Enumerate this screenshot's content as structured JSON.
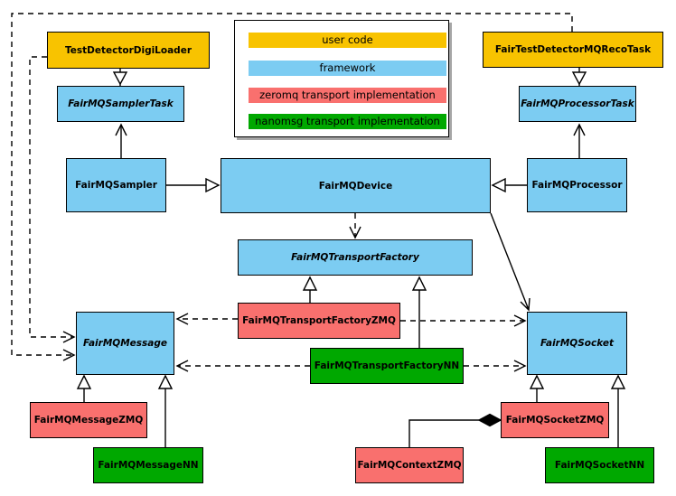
{
  "legend": {
    "items": [
      {
        "id": "user-code",
        "label": "user code",
        "color": "#F8C300"
      },
      {
        "id": "framework",
        "label": "framework",
        "color": "#7CCCF2"
      },
      {
        "id": "zeromq",
        "label": "zeromq transport implementation",
        "color": "#F9706E"
      },
      {
        "id": "nanomsg",
        "label": "nanomsg transport implementation",
        "color": "#00A800"
      }
    ]
  },
  "nodes": {
    "digiloader": {
      "label": "TestDetectorDigiLoader",
      "category": "user-code",
      "abstract": false
    },
    "recotask": {
      "label": "FairTestDetectorMQRecoTask",
      "category": "user-code",
      "abstract": false
    },
    "samplertask": {
      "label": "FairMQSamplerTask",
      "category": "framework",
      "abstract": true
    },
    "processortask": {
      "label": "FairMQProcessorTask",
      "category": "framework",
      "abstract": true
    },
    "sampler": {
      "label": "FairMQSampler",
      "category": "framework",
      "abstract": false
    },
    "device": {
      "label": "FairMQDevice",
      "category": "framework",
      "abstract": false
    },
    "processor": {
      "label": "FairMQProcessor",
      "category": "framework",
      "abstract": false
    },
    "transportfactory": {
      "label": "FairMQTransportFactory",
      "category": "framework",
      "abstract": true
    },
    "message": {
      "label": "FairMQMessage",
      "category": "framework",
      "abstract": true
    },
    "socket": {
      "label": "FairMQSocket",
      "category": "framework",
      "abstract": true
    },
    "tfzmq": {
      "label": "FairMQTransportFactoryZMQ",
      "category": "zeromq",
      "abstract": false
    },
    "tfnn": {
      "label": "FairMQTransportFactoryNN",
      "category": "nanomsg",
      "abstract": false
    },
    "messagezmq": {
      "label": "FairMQMessageZMQ",
      "category": "zeromq",
      "abstract": false
    },
    "messagenn": {
      "label": "FairMQMessageNN",
      "category": "nanomsg",
      "abstract": false
    },
    "contextzmq": {
      "label": "FairMQContextZMQ",
      "category": "zeromq",
      "abstract": false
    },
    "socketzmq": {
      "label": "FairMQSocketZMQ",
      "category": "zeromq",
      "abstract": false
    },
    "socketnn": {
      "label": "FairMQSocketNN",
      "category": "nanomsg",
      "abstract": false
    }
  }
}
